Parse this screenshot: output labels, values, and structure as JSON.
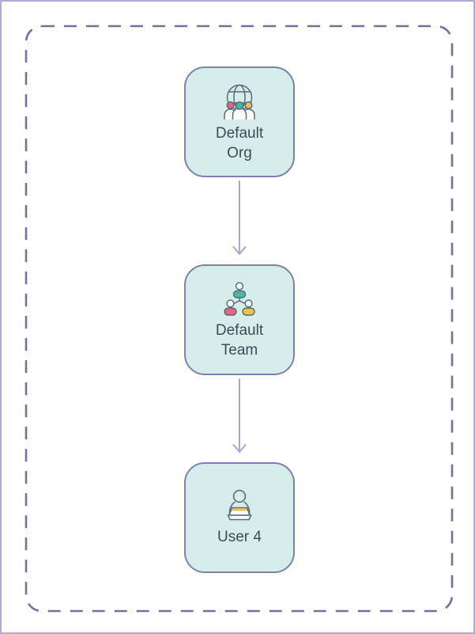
{
  "diagram": {
    "nodes": [
      {
        "id": "default-org",
        "line1": "Default",
        "line2": "Org",
        "icon": "org-globe-people-icon"
      },
      {
        "id": "default-team",
        "line1": "Default",
        "line2": "Team",
        "icon": "team-hierarchy-icon"
      },
      {
        "id": "user-4",
        "line1": "User 4",
        "line2": "",
        "icon": "user-laptop-icon"
      }
    ],
    "edges": [
      {
        "from": "default-org",
        "to": "default-team"
      },
      {
        "from": "default-team",
        "to": "user-4"
      }
    ],
    "colors": {
      "node_fill": "#d5edeb",
      "node_border": "#7d81ab",
      "node_text": "#3d4c56",
      "arrow": "#a8a8d8",
      "dashed_boundary": "#72729d",
      "outer_frame": "#abadd4",
      "icon_outline": "#5b6b78",
      "icon_pink": "#e4657e",
      "icon_teal": "#4db6a5",
      "icon_yellow": "#e6c34c"
    }
  }
}
